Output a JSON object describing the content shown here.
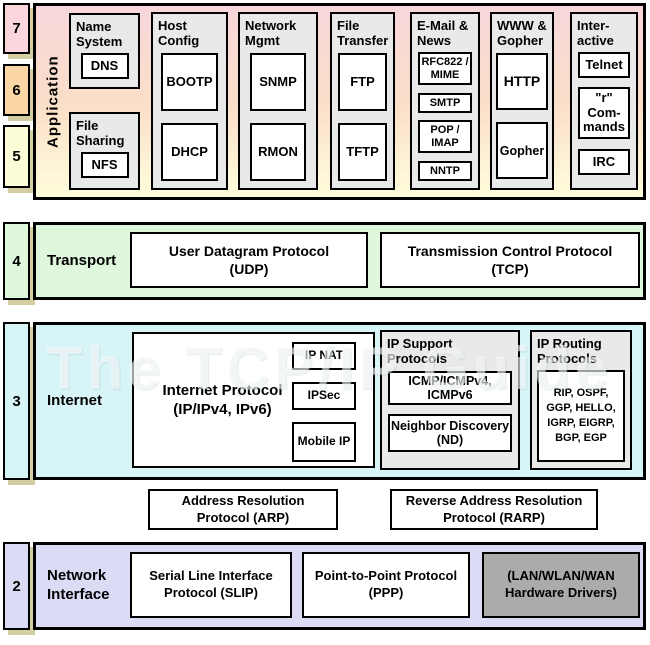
{
  "watermark": "The TCP/IP Guide",
  "layer_numbers": {
    "l7": "7",
    "l6": "6",
    "l5": "5",
    "l4": "4",
    "l3": "3",
    "l2": "2"
  },
  "application": {
    "label": "Application",
    "groups": [
      {
        "title": "Name System",
        "protocols": [
          "DNS"
        ]
      },
      {
        "title": "File Sharing",
        "protocols": [
          "NFS"
        ]
      },
      {
        "title": "Host Config",
        "protocols": [
          "BOOTP",
          "DHCP"
        ]
      },
      {
        "title": "Network Mgmt",
        "protocols": [
          "SNMP",
          "RMON"
        ]
      },
      {
        "title": "File Transfer",
        "protocols": [
          "FTP",
          "TFTP"
        ]
      },
      {
        "title": "E-Mail & News",
        "protocols": [
          "RFC822 / MIME",
          "SMTP",
          "POP / IMAP",
          "NNTP"
        ]
      },
      {
        "title": "WWW & Gopher",
        "protocols": [
          "HTTP",
          "Gopher"
        ]
      },
      {
        "title": "Inter-active",
        "protocols": [
          "Telnet",
          "\"r\" Com-mands",
          "IRC"
        ]
      }
    ]
  },
  "transport": {
    "label": "Transport",
    "udp": {
      "line1": "User Datagram Protocol",
      "line2": "(UDP)"
    },
    "tcp": {
      "line1": "Transmission Control Protocol",
      "line2": "(TCP)"
    }
  },
  "internet": {
    "label": "Internet",
    "ip": {
      "line1": "Internet Protocol",
      "line2": "(IP/IPv4, IPv6)",
      "overlays": [
        "IP NAT",
        "IPSec",
        "Mobile IP"
      ]
    },
    "support": {
      "title": "IP Support Protocols",
      "items": [
        "ICMP/ICMPv4, ICMPv6",
        "Neighbor Discovery (ND)"
      ]
    },
    "routing": {
      "title": "IP Routing Protocols",
      "list": "RIP, OSPF, GGP, HELLO, IGRP, EIGRP, BGP, EGP"
    }
  },
  "resolution": {
    "arp": {
      "line1": "Address Resolution",
      "line2": "Protocol (ARP)"
    },
    "rarp": {
      "line1": "Reverse Address Resolution",
      "line2": "Protocol (RARP)"
    }
  },
  "network_interface": {
    "label": "Network Interface",
    "slip": {
      "line1": "Serial Line Interface",
      "line2": "Protocol (SLIP)"
    },
    "ppp": {
      "line1": "Point-to-Point Protocol",
      "line2": "(PPP)"
    },
    "hardware": {
      "line1": "(LAN/WLAN/WAN",
      "line2": "Hardware Drivers)"
    }
  },
  "colors": {
    "layer7": "#FAD6DC",
    "layer6": "#FAD7A5",
    "layer5": "#FDFCD8",
    "layer4_transport": "#DFF7DD",
    "layer3_internet": "#D7F4F7",
    "layer2_network": "#DBDBF5",
    "group_gray": "#E9E9E9",
    "hardware_gray": "#ABABAB",
    "shadow_tan": "#D5CEA3"
  }
}
